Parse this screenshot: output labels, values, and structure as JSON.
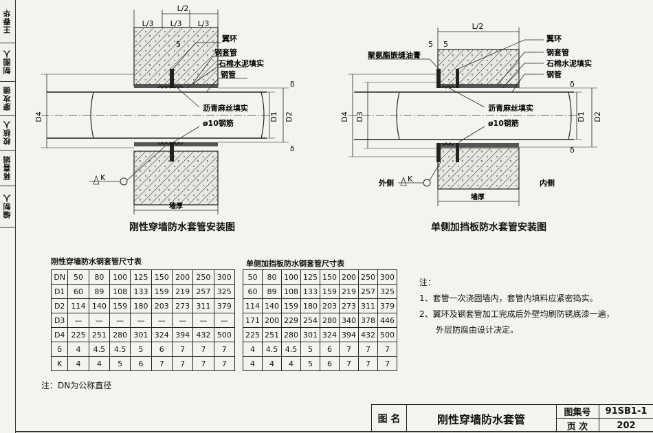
{
  "signature_strip": [
    "编制人",
    "蒋喜娟",
    "校核人",
    "廖攻德",
    "制图人",
    "王春华"
  ],
  "left_drawing": {
    "caption": "刚性穿墙防水套管安装图",
    "labels": {
      "l2": "L/2",
      "l3a": "L/3",
      "l3b": "L/3",
      "l3c": "L/3",
      "five": "5",
      "wing_ring": "翼环",
      "steel_sleeve": "钢套管",
      "asbestos": "石棉水泥填实",
      "steel_pipe": "钢管",
      "asphalt": "沥青麻丝填实",
      "rebar": "ø10钢筋",
      "d4": "D4",
      "d1": "D1",
      "d2": "D2",
      "delta_top": "δ",
      "delta_bot": "δ",
      "k": "K",
      "wall": "墙厚"
    }
  },
  "right_drawing": {
    "caption": "单侧加挡板防水套管安装图",
    "labels": {
      "l2": "L/2",
      "five_a": "5",
      "five_b": "5",
      "sealant": "聚氨酯嵌缝油膏",
      "wing_ring": "翼环",
      "steel_sleeve": "钢套管",
      "asbestos": "石棉水泥填实",
      "steel_pipe": "钢管",
      "asphalt": "沥青麻丝填实",
      "rebar": "ø10钢筋",
      "d4": "D4",
      "d3": "D3",
      "d1": "D1",
      "d2": "D2",
      "delta_top": "δ",
      "delta_bot": "δ",
      "outside": "外侧",
      "k": "K",
      "inside": "内侧",
      "wall": "墙厚"
    }
  },
  "table_left": {
    "title": "刚性穿墙防水钢套管尺寸表",
    "rows": [
      [
        "DN",
        "50",
        "80",
        "100",
        "125",
        "150",
        "200",
        "250",
        "300"
      ],
      [
        "D1",
        "60",
        "89",
        "108",
        "133",
        "159",
        "219",
        "257",
        "325"
      ],
      [
        "D2",
        "114",
        "140",
        "159",
        "180",
        "203",
        "273",
        "311",
        "379"
      ],
      [
        "D3",
        "—",
        "—",
        "—",
        "—",
        "—",
        "—",
        "—",
        "—"
      ],
      [
        "D4",
        "225",
        "251",
        "280",
        "301",
        "324",
        "394",
        "432",
        "500"
      ],
      [
        "δ",
        "4",
        "4.5",
        "4.5",
        "5",
        "6",
        "7",
        "7",
        "7"
      ],
      [
        "K",
        "4",
        "4",
        "5",
        "6",
        "7",
        "7",
        "7",
        "7"
      ]
    ]
  },
  "table_right": {
    "title": "单侧加挡板防水钢套管尺寸表",
    "rows": [
      [
        "50",
        "80",
        "100",
        "125",
        "150",
        "200",
        "250",
        "300"
      ],
      [
        "60",
        "89",
        "108",
        "133",
        "159",
        "219",
        "257",
        "325"
      ],
      [
        "114",
        "140",
        "159",
        "180",
        "203",
        "273",
        "311",
        "379"
      ],
      [
        "171",
        "200",
        "229",
        "254",
        "280",
        "340",
        "378",
        "446"
      ],
      [
        "225",
        "251",
        "280",
        "301",
        "324",
        "394",
        "432",
        "500"
      ],
      [
        "4",
        "4.5",
        "4.5",
        "5",
        "6",
        "7",
        "7",
        "7"
      ],
      [
        "4",
        "4",
        "4",
        "5",
        "6",
        "7",
        "7",
        "7"
      ]
    ]
  },
  "notes": {
    "head": "注：",
    "n1": "1、套管一次浇固墙内，套管内填料应紧密捣实。",
    "n2a": "2、翼环及钢套管加工完成后外壁均刷防锈底漆一遍，",
    "n2b": "外层防腐由设计决定。"
  },
  "bottom_note": "注：DN为公称直径",
  "title_block": {
    "label_name": "图 名",
    "title": "刚性穿墙防水套管",
    "label_atlas": "图集号",
    "atlas_no": "91SB1-1",
    "label_page": "页 次",
    "page_no": "202"
  }
}
